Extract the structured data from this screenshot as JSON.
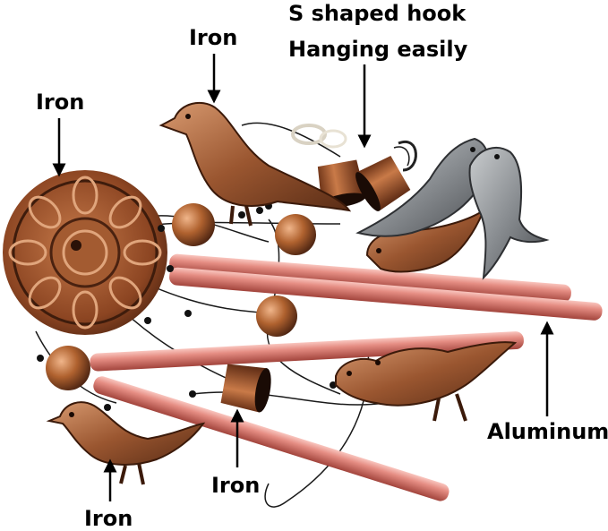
{
  "labels": {
    "iron_top": "Iron",
    "hook_line1": "S shaped hook",
    "hook_line2": "Hanging easily",
    "iron_left": "Iron",
    "aluminum": "Aluminum",
    "iron_bottom_center": "Iron",
    "iron_bottom_left": "Iron"
  },
  "colors": {
    "copper_dark": "#5a2e17",
    "copper": "#a0552c",
    "copper_light": "#d99466",
    "tube": "#e0827a",
    "tube_highlight": "#f7c0b8",
    "tube_shadow": "#a6453d",
    "silver_bird": "#8b8f94"
  }
}
